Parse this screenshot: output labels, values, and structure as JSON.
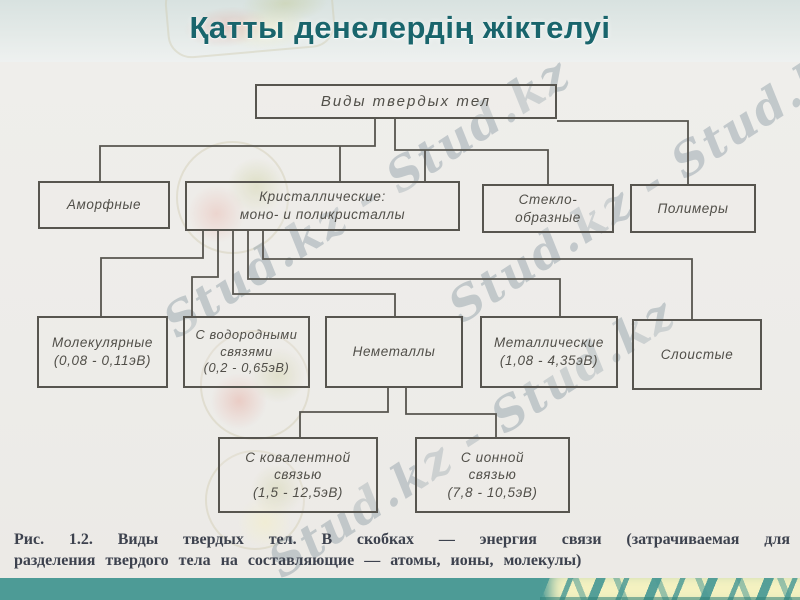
{
  "slide": {
    "title": "Қатты денелердің жіктелуі",
    "colors": {
      "title": "#19656c",
      "accent_bar": "#4d9b96",
      "bar_pattern_bg": "#f4f1c0",
      "scan_paper": "#eeedea",
      "line_ink": "#57554f"
    }
  },
  "watermarks": {
    "brand": "Stud.kz",
    "chain": "Stud.kz - Stud.kz"
  },
  "diagram": {
    "nodes": [
      {
        "id": "root",
        "lines": [
          "Виды твердых тел"
        ]
      },
      {
        "id": "amorphous",
        "lines": [
          "Аморфные"
        ]
      },
      {
        "id": "crystalline",
        "lines": [
          "Кристаллические:",
          "моно- и поликристаллы"
        ]
      },
      {
        "id": "glassy",
        "lines": [
          "Стекло-",
          "образные"
        ]
      },
      {
        "id": "polymers",
        "lines": [
          "Полимеры"
        ]
      },
      {
        "id": "molecular",
        "lines": [
          "Молекулярные",
          "(0,08 - 0,11эВ)"
        ]
      },
      {
        "id": "hydrogen-bonded",
        "lines": [
          "С водородными",
          "связями",
          "(0,2 - 0,65эВ)"
        ]
      },
      {
        "id": "nonmetals",
        "lines": [
          "Неметаллы"
        ]
      },
      {
        "id": "metallic",
        "lines": [
          "Металлические",
          "(1,08 - 4,35эВ)"
        ]
      },
      {
        "id": "layered",
        "lines": [
          "Слоистые"
        ]
      },
      {
        "id": "covalent-bond",
        "lines": [
          "С ковалентной",
          "связью",
          "(1,5 - 12,5эВ)"
        ]
      },
      {
        "id": "ionic-bond",
        "lines": [
          "С ионной",
          "связью",
          "(7,8 - 10,5эВ)"
        ]
      }
    ]
  },
  "caption": {
    "line1": "Рис. 1.2. Виды твердых тел. В скобках — энергия связи (затрачиваемая для",
    "line2": "разделения твердого тела на составляющие — атомы, ионы, молекулы)"
  }
}
